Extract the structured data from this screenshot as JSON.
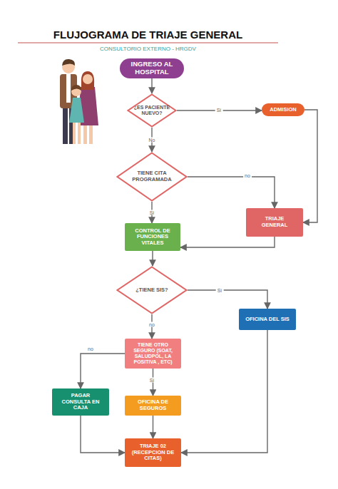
{
  "diagram": {
    "title": "FLUJOGRAMA DE TRIAJE GENERAL",
    "nodes": [
      {
        "text": [
          "INGRESO AL HOSPITAL"
        ]
      },
      {
        "text": [
          "¿ES PACIENTE NUEVO?"
        ]
      },
      {
        "text": [
          "ADMISION"
        ]
      },
      {
        "text": [
          "TIENE CITA PROGRAMADA"
        ]
      },
      {
        "text": [
          "TRIAJE GENERAL"
        ]
      },
      {
        "text": [
          "CONTROL DE FUNCIONES VITALES"
        ]
      },
      {
        "text": [
          "¿TIENE SIS?"
        ]
      },
      {
        "text": [
          "OFICINA DEL SIS"
        ]
      },
      {
        "text": [
          "TIENE OTRO SEGURO (SOAT, SALUDPOL, LA POSITIVA , ETC)"
        ]
      },
      {
        "text": [
          "PAGAR CONSULTA EN CAJA"
        ]
      },
      {
        "text": [
          "OFICINA DE SEGUROS"
        ]
      },
      {
        "text": [
          "TRIAJE 02 (RECEPCION DE CITAS)"
        ]
      }
    ],
    "edges": [
      {
        "from": 0,
        "to": 1,
        "arrow": "to"
      },
      {
        "from": 1,
        "to": 2,
        "label": "Sí",
        "arrow": "to"
      },
      {
        "from": 1,
        "to": 3,
        "label": "No",
        "arrow": "to"
      },
      {
        "from": 2,
        "to": 4,
        "arrow": "to"
      },
      {
        "from": 3,
        "to": 4,
        "label": "no",
        "arrow": "to"
      },
      {
        "from": 3,
        "to": 5,
        "label": "Sí",
        "arrow": "to"
      },
      {
        "from": 4,
        "to": 5,
        "arrow": "to"
      },
      {
        "from": 5,
        "to": 6,
        "arrow": "to"
      },
      {
        "from": 6,
        "to": 7,
        "label": "Sí",
        "arrow": "to"
      },
      {
        "from": 6,
        "to": 8,
        "label": "no",
        "arrow": "to"
      },
      {
        "from": 8,
        "to": 9,
        "label": "no",
        "arrow": "to"
      },
      {
        "from": 8,
        "to": 10,
        "label": "Sí",
        "arrow": "to"
      },
      {
        "from": 9,
        "to": 11,
        "arrow": "to"
      },
      {
        "from": 10,
        "to": 11,
        "arrow": "to"
      },
      {
        "from": 7,
        "to": 11,
        "arrow": "to"
      }
    ],
    "labels": [
      "CONSULTORIO EXTERNO - HRGDV"
    ]
  }
}
